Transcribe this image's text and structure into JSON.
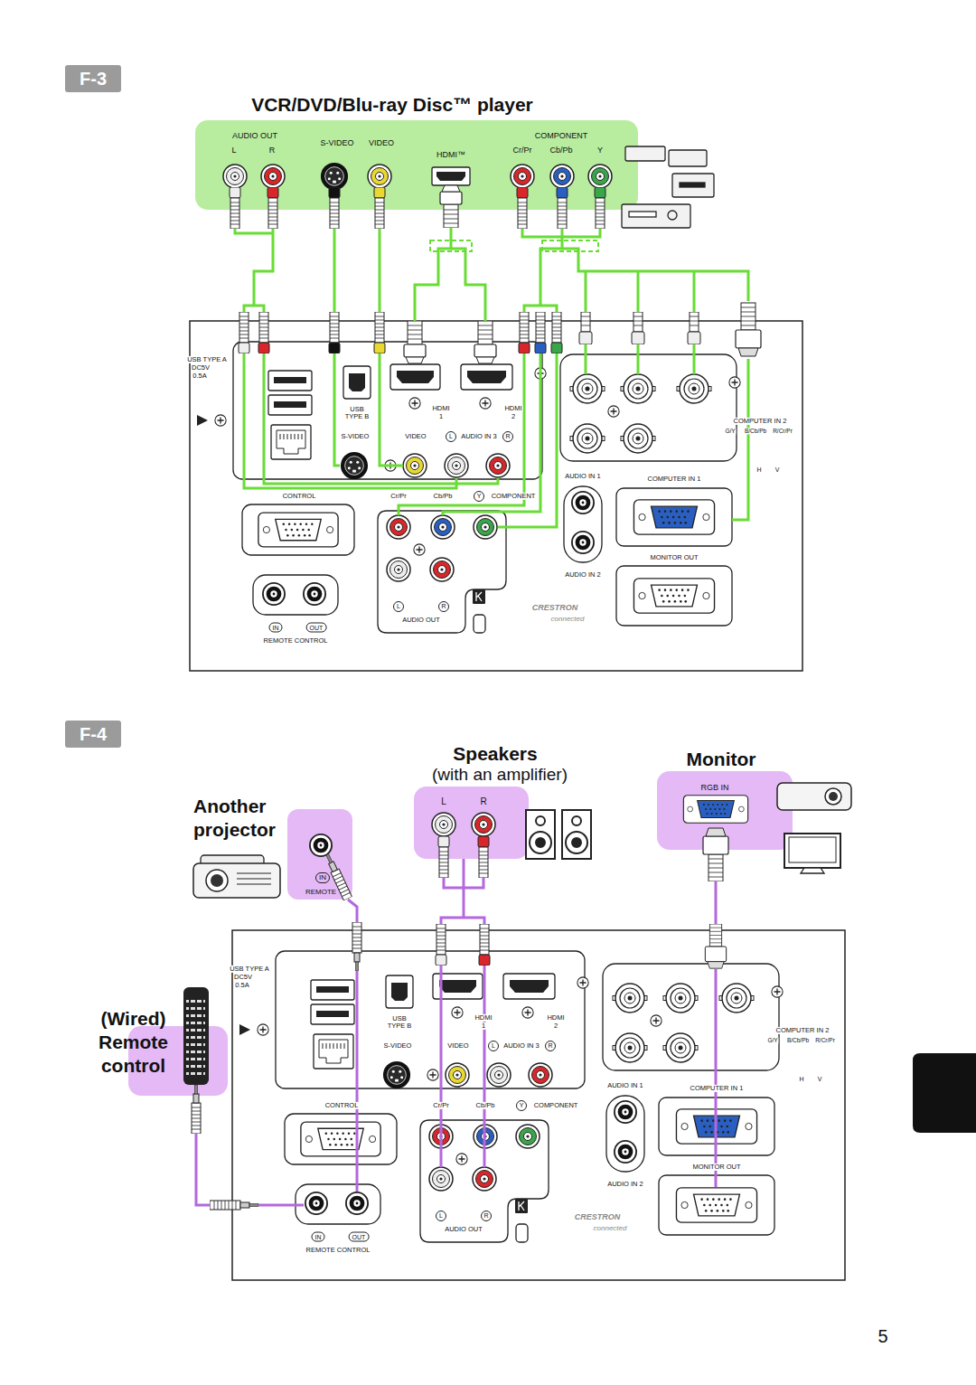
{
  "diagram": {
    "nodes": [
      {
        "text": [
          "F-3"
        ]
      },
      {
        "text": [
          "VCR/DVD/Blu-ray Disc™ player",
          "AUDIO OUT",
          "L",
          "R",
          "S-VIDEO",
          "VIDEO",
          "HDMI™",
          "COMPONENT",
          "Cr/Pr",
          "Cb/Pb",
          "Y"
        ]
      },
      {
        "text": [
          "USB TYPE A",
          "DC5V",
          "0.5A",
          "USB TYPE B",
          "HDMI",
          "1",
          "HDMI",
          "2",
          "S-VIDEO",
          "VIDEO",
          "L",
          "AUDIO IN 3",
          "R",
          "CONTROL",
          "Cr/Pr",
          "Cb/Pb",
          "Y",
          "COMPONENT",
          "L",
          "R",
          "AUDIO OUT",
          "IN",
          "OUT",
          "REMOTE CONTROL",
          "COMPUTER IN 2",
          "G/Y",
          "B/Cb/Pb",
          "R/Cr/Pr",
          "H",
          "V",
          "AUDIO IN 1",
          "COMPUTER IN 1",
          "MONITOR OUT",
          "AUDIO IN 2",
          "CRESTRON",
          "connected"
        ]
      },
      {
        "text": [
          "F-4"
        ]
      },
      {
        "text": [
          "Another projector",
          "IN",
          "REMOTE"
        ]
      },
      {
        "text": [
          "Speakers",
          "(with an amplifier)",
          "L",
          "R"
        ]
      },
      {
        "text": [
          "Monitor",
          "RGB IN"
        ]
      },
      {
        "text": [
          "(Wired) Remote control"
        ]
      },
      {
        "text": [
          "USB TYPE A",
          "DC5V",
          "0.5A",
          "USB TYPE B",
          "HDMI",
          "1",
          "HDMI",
          "2",
          "S-VIDEO",
          "VIDEO",
          "L",
          "AUDIO IN 3",
          "R",
          "CONTROL",
          "Cr/Pr",
          "Cb/Pb",
          "Y",
          "COMPONENT",
          "L",
          "R",
          "AUDIO OUT",
          "IN",
          "OUT",
          "REMOTE CONTROL",
          "COMPUTER IN 2",
          "G/Y",
          "B/Cb/Pb",
          "R/Cr/Pr",
          "H",
          "V",
          "AUDIO IN 1",
          "COMPUTER IN 1",
          "MONITOR OUT",
          "AUDIO IN 2",
          "CRESTRON",
          "connected"
        ]
      }
    ],
    "edges": [
      {
        "from": 1,
        "to": 2,
        "arrow": "none"
      },
      {
        "from": 1,
        "to": 2,
        "arrow": "none"
      },
      {
        "from": 1,
        "to": 2,
        "arrow": "none"
      },
      {
        "from": 1,
        "to": 2,
        "arrow": "none"
      },
      {
        "from": 1,
        "to": 2,
        "arrow": "none"
      },
      {
        "from": 4,
        "to": 8,
        "arrow": "none"
      },
      {
        "from": 5,
        "to": 8,
        "arrow": "none"
      },
      {
        "from": 6,
        "to": 8,
        "arrow": "none"
      },
      {
        "from": 7,
        "to": 8,
        "arrow": "none"
      }
    ],
    "labels": [
      "5"
    ]
  }
}
